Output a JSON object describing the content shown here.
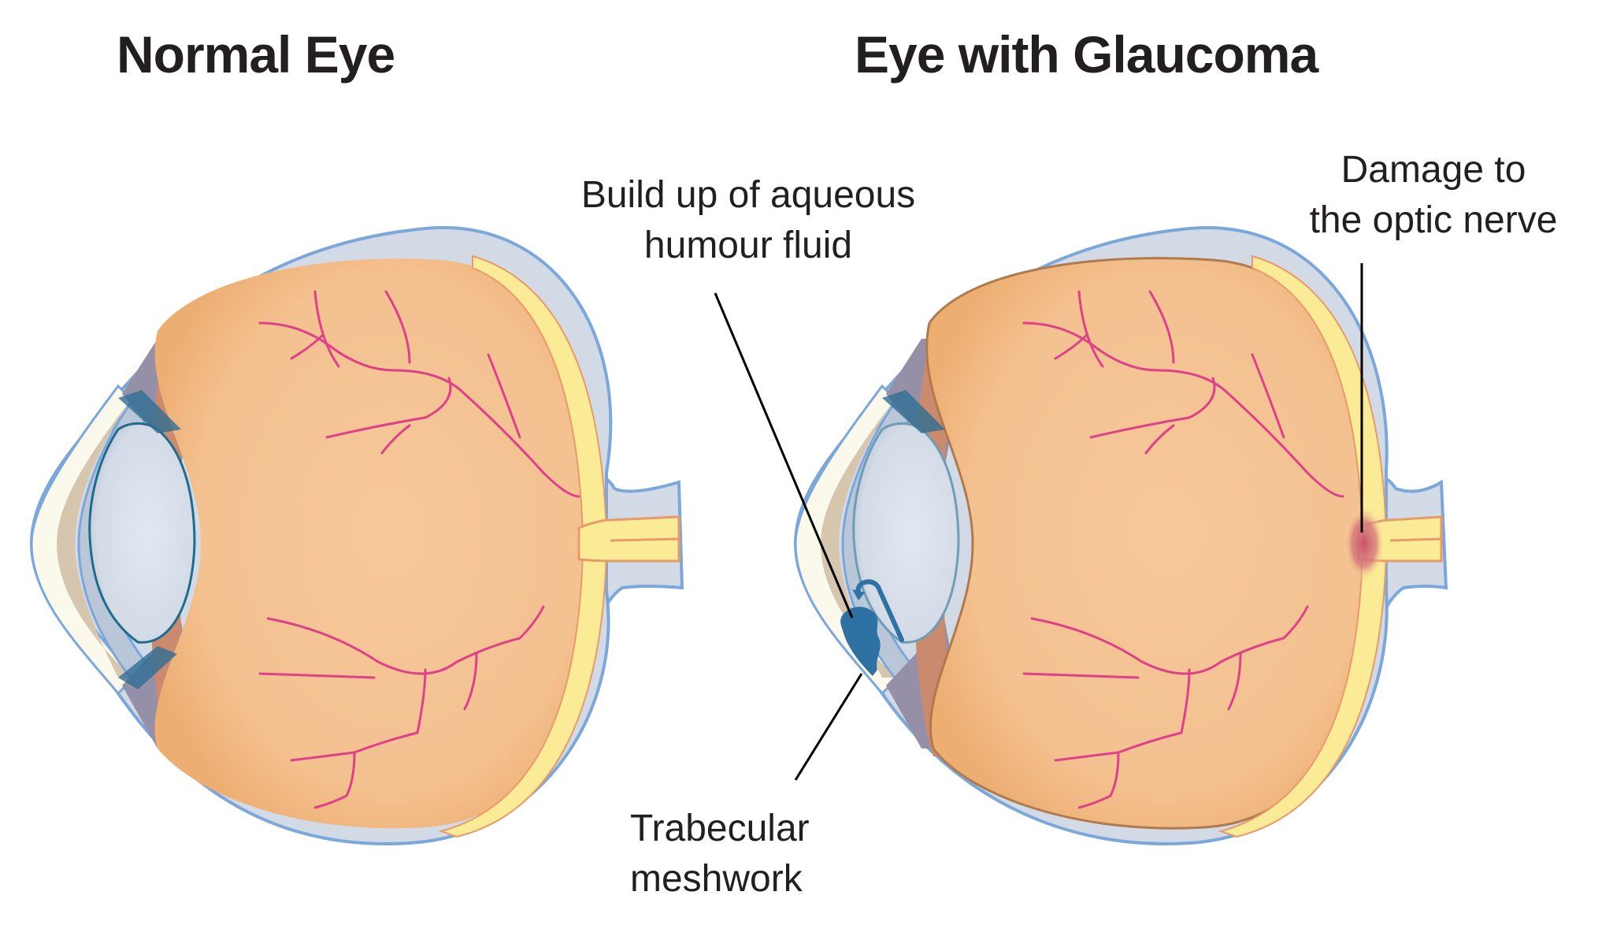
{
  "titles": {
    "normal": "Normal Eye",
    "glaucoma": "Eye with Glaucoma"
  },
  "labels": {
    "aqueous": {
      "line1": "Build up of aqueous",
      "line2": "humour fluid"
    },
    "optic_nerve": {
      "line1": "Damage to",
      "line2": "the optic nerve"
    },
    "trabecular": {
      "line1": "Trabecular",
      "line2": "meshwork"
    }
  },
  "colors": {
    "text": "#231f20",
    "vitreous": "#F5C696",
    "vitreous_shade": "#EDB277",
    "sclera": "#D2DAE6",
    "sclera_edge": "#7BA7DA",
    "retina": "#FCEB96",
    "retina_edge": "#E89A6A",
    "vessel": "#E0408A",
    "lens": "#DCE3EE",
    "lens_edge": "#1F6B8E",
    "cornea": "#FBF8EC",
    "anterior": "#D6C6AD",
    "iris": "#C98A6E",
    "ciliary": "#958FA8",
    "blockage": "#2E72A3",
    "damage": "#C9616D"
  }
}
